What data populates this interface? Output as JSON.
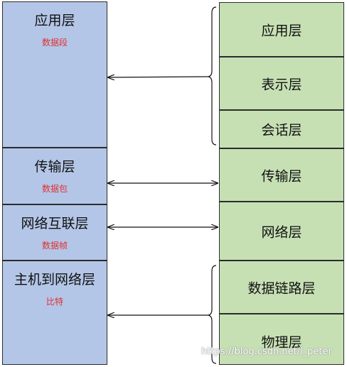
{
  "tcpip_layers": [
    {
      "name": "应用层",
      "pdu": "数据段"
    },
    {
      "name": "传输层",
      "pdu": "数据包"
    },
    {
      "name": "网络互联层",
      "pdu": "数据帧"
    },
    {
      "name": "主机到网络层",
      "pdu": "比特"
    }
  ],
  "osi_layers": [
    "应用层",
    "表示层",
    "会话层",
    "传输层",
    "网络层",
    "数据链路层",
    "物理层"
  ],
  "watermark": "https://blog.csdn.net/l_peter",
  "colors": {
    "left_fill": "#b4c6e7",
    "right_fill": "#c6e0b4",
    "pdu_text": "#e03030",
    "border": "#2b2b2b"
  }
}
